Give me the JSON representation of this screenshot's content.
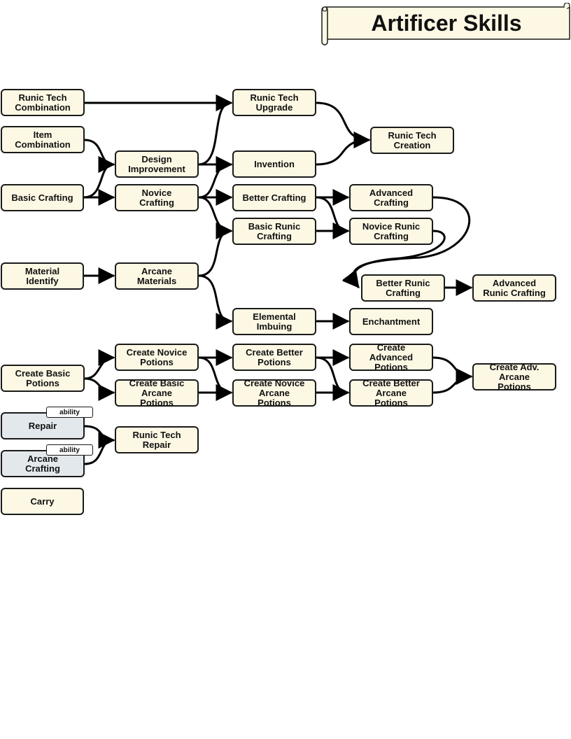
{
  "title": "Artificer Skills",
  "colors": {
    "node_fill": "#fdf8e4",
    "ability_fill": "#e3e8ec",
    "stroke": "#1a1a1a"
  },
  "nodes": {
    "runic_tech_combination": "Runic Tech\nCombination",
    "item_combination": "Item\nCombination",
    "basic_crafting": "Basic Crafting",
    "material_identify": "Material\nIdentify",
    "create_basic_potions": "Create Basic\nPotions",
    "repair": "Repair",
    "arcane_crafting": "Arcane\nCrafting",
    "carry": "Carry",
    "design_improvement": "Design\nImprovement",
    "novice_crafting": "Novice\nCrafting",
    "arcane_materials": "Arcane\nMaterials",
    "create_novice_potions": "Create Novice\nPotions",
    "create_basic_arcane_potions": "Create Basic\nArcane\nPotions",
    "runic_tech_repair": "Runic Tech\nRepair",
    "runic_tech_upgrade": "Runic Tech\nUpgrade",
    "invention": "Invention",
    "better_crafting": "Better Crafting",
    "basic_runic_crafting": "Basic Runic\nCrafting",
    "elemental_imbuing": "Elemental\nImbuing",
    "create_better_potions": "Create Better\nPotions",
    "create_novice_arcane_potions": "Create Novice\nArcane\nPotions",
    "runic_tech_creation": "Runic Tech\nCreation",
    "advanced_crafting": "Advanced\nCrafting",
    "novice_runic_crafting": "Novice Runic\nCrafting",
    "better_runic_crafting": "Better Runic\nCrafting",
    "advanced_runic_crafting": "Advanced\nRunic Crafting",
    "enchantment": "Enchantment",
    "create_advanced_potions": "Create\nAdvanced\nPotions",
    "create_better_arcane_potions": "Create Better\nArcane\nPotions",
    "create_adv_arcane_potions": "Create Adv.\nArcane\nPotions"
  },
  "ability_tags": {
    "repair": "ability",
    "arcane_crafting": "ability"
  }
}
